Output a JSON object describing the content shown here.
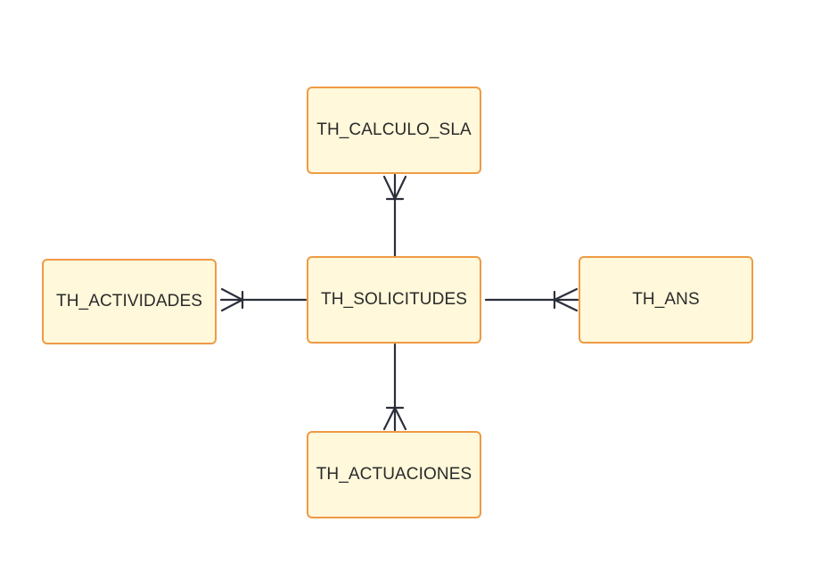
{
  "diagram": {
    "type": "entity-relationship",
    "entities": {
      "calculo_sla": "TH_CALCULO_SLA",
      "solicitudes": "TH_SOLICITUDES",
      "actividades": "TH_ACTIVIDADES",
      "ans": "TH_ANS",
      "actuaciones": "TH_ACTUACIONES"
    },
    "relationships": [
      {
        "from": "TH_SOLICITUDES",
        "to": "TH_CALCULO_SLA",
        "cardinality": "one-to-many"
      },
      {
        "from": "TH_SOLICITUDES",
        "to": "TH_ACTIVIDADES",
        "cardinality": "one-to-many"
      },
      {
        "from": "TH_SOLICITUDES",
        "to": "TH_ANS",
        "cardinality": "one-to-many"
      },
      {
        "from": "TH_SOLICITUDES",
        "to": "TH_ACTUACIONES",
        "cardinality": "one-to-many"
      }
    ],
    "colors": {
      "entity_fill": "#FFF8DA",
      "entity_border": "#EE9B45",
      "connector": "#2b2f3a",
      "text": "#2a2a2a"
    }
  }
}
